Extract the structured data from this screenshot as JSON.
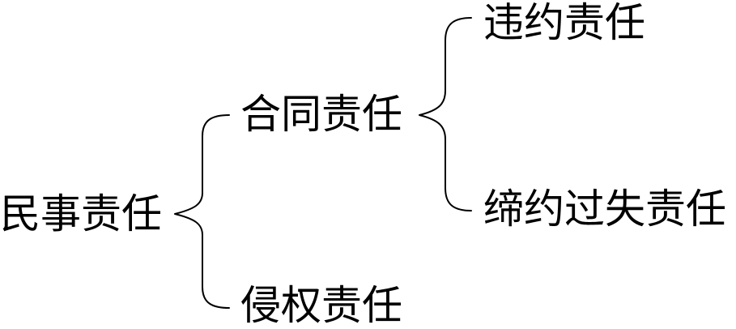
{
  "diagram": {
    "root": {
      "label": "民事责任"
    },
    "branches": [
      {
        "label": "合同责任",
        "children": [
          {
            "label": "违约责任"
          },
          {
            "label": "缔约过失责任"
          }
        ]
      },
      {
        "label": "侵权责任",
        "children": []
      }
    ]
  }
}
